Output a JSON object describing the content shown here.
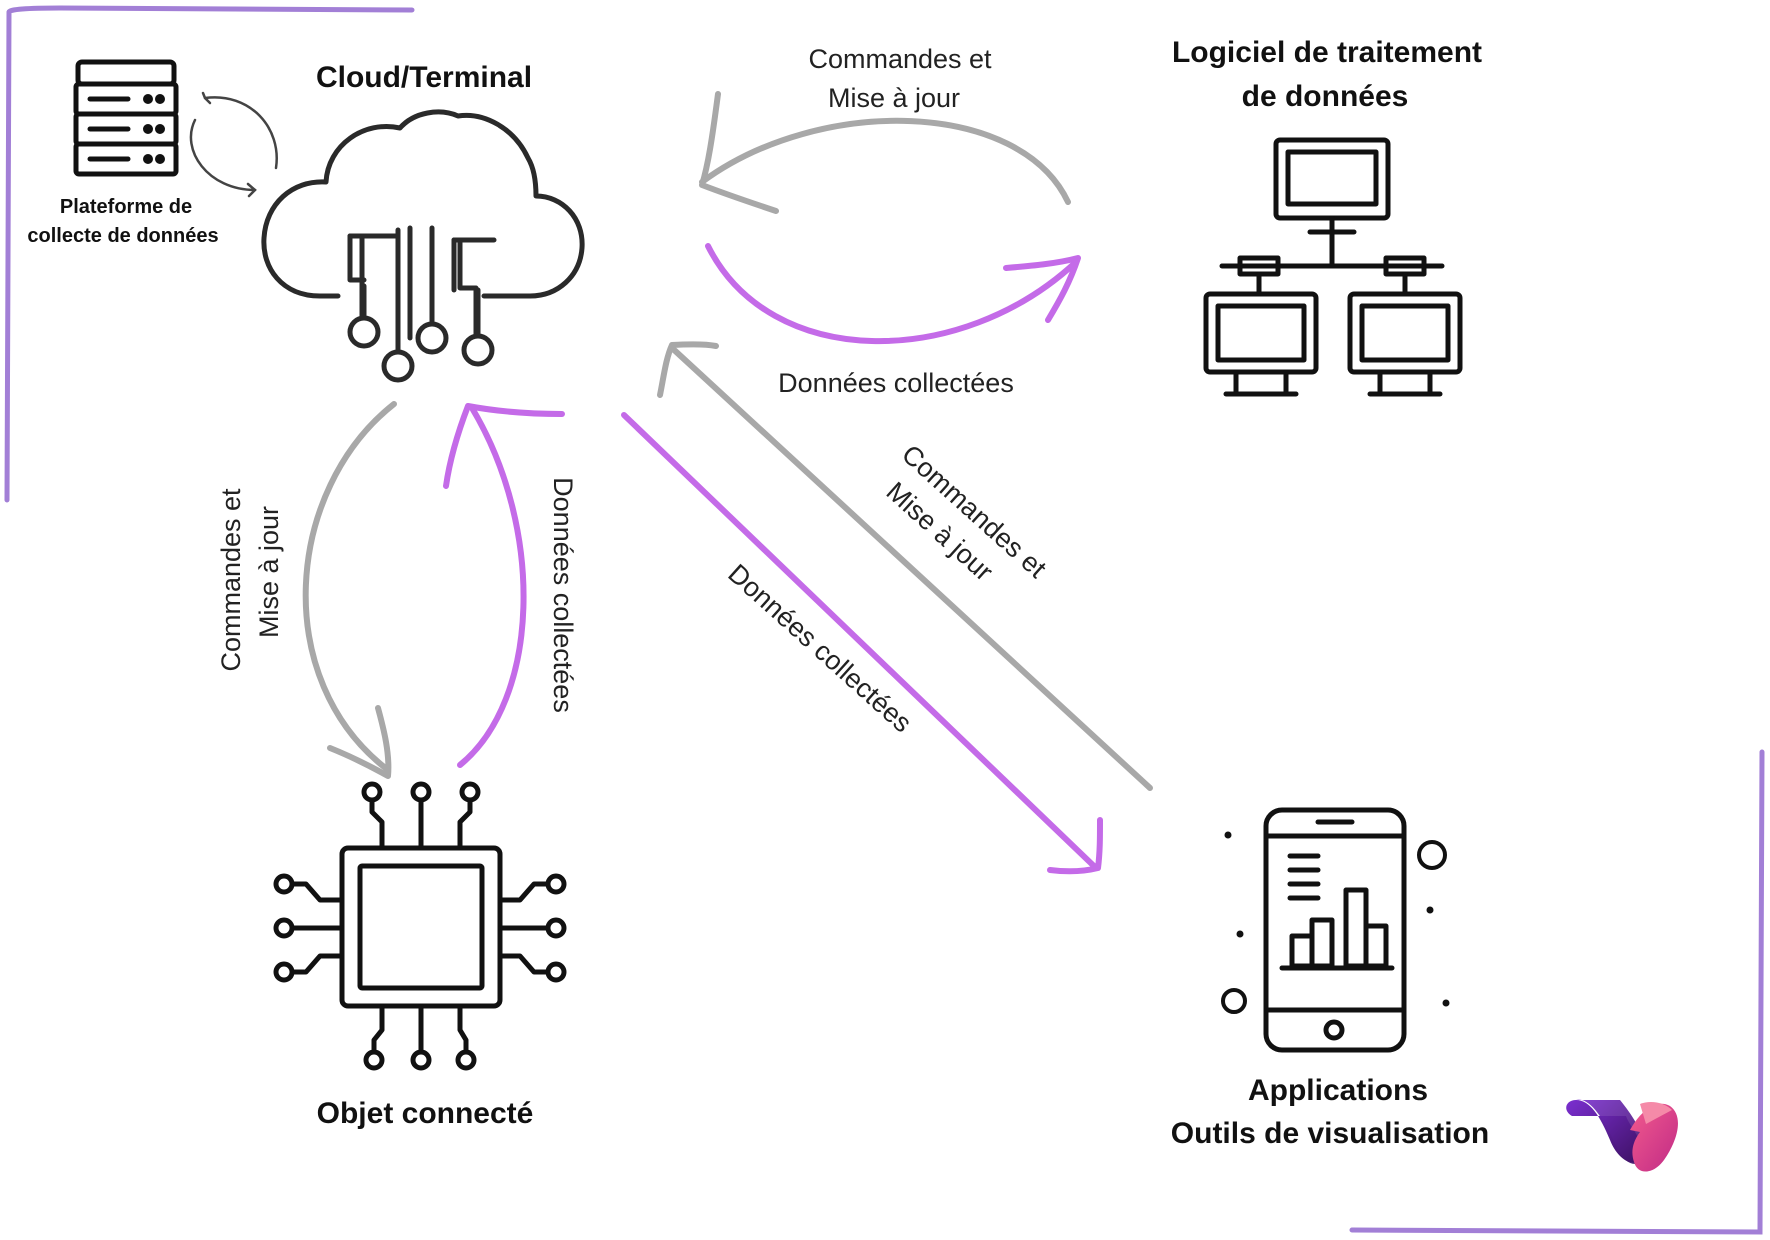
{
  "nodes": {
    "cloud": "Cloud/Terminal",
    "platform_line1": "Plateforme de",
    "platform_line2": "collecte de données",
    "software_line1": "Logiciel de traitement",
    "software_line2": "de données",
    "object": "Objet connecté",
    "apps_line1": "Applications",
    "apps_line2": "Outils de visualisation"
  },
  "edges": {
    "top_commands_line1": "Commandes et",
    "top_commands_line2": "Mise à jour",
    "top_data": "Données collectées",
    "left_commands_line1": "Commandes et",
    "left_commands_line2": "Mise à jour",
    "left_data": "Données collectées",
    "diag_commands_line1": "Commandes et",
    "diag_commands_line2": "Mise à jour",
    "diag_data": "Données collectées"
  },
  "colors": {
    "commands_arrow": "#a8a8a8",
    "data_arrow": "#c46be8",
    "frame": "#a27fd6"
  },
  "icons": {
    "platform": "server-icon",
    "cloud": "cloud-circuit-icon",
    "software": "network-computers-icon",
    "object": "microchip-icon",
    "apps": "smartphone-chart-icon",
    "logo": "brand-w-logo"
  }
}
